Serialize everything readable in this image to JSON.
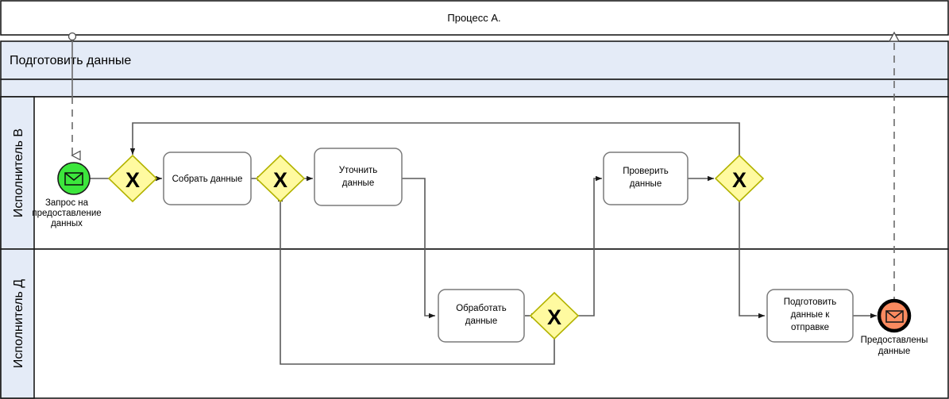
{
  "pool": {
    "title": "Процесс А.",
    "phase_label": "Подготовить данные",
    "lanes": [
      {
        "label": "Исполнитель В"
      },
      {
        "label": "Исполнитель Д"
      }
    ]
  },
  "colors": {
    "lane_header_fill": "#e4ebf7",
    "border": "#1a1a1a",
    "shape_stroke": "#6e6e6e",
    "gateway_fill": "#fffaa0",
    "gateway_stroke": "#b8b800",
    "start_event_fill": "#3ce63c",
    "end_event_fill": "#fa8a5f",
    "end_event_stroke": "#000000",
    "flow_line": "#595959",
    "dashed_line": "#6b6b6b",
    "canvas": "#ffffff"
  },
  "events": {
    "start": {
      "name": "start-message-event",
      "label_lines": [
        "Запрос на",
        "предоставление",
        "данных"
      ],
      "icon": "envelope-icon"
    },
    "end": {
      "name": "end-message-event",
      "label_lines": [
        "Предоставлены",
        "данные"
      ],
      "icon": "envelope-icon"
    }
  },
  "tasks": [
    {
      "id": "task-sobrat",
      "label_lines": [
        "Собрать данные"
      ]
    },
    {
      "id": "task-utochnit",
      "label_lines": [
        "Уточнить",
        "данные"
      ]
    },
    {
      "id": "task-proverit",
      "label_lines": [
        "Проверить",
        "данные"
      ]
    },
    {
      "id": "task-obrabotat",
      "label_lines": [
        "Обработать",
        "данные"
      ]
    },
    {
      "id": "task-podgotovit",
      "label_lines": [
        "Подготовить",
        "данные к",
        "отправке"
      ]
    }
  ],
  "gateways": [
    {
      "id": "gateway-1",
      "marker": "X",
      "type": "exclusive"
    },
    {
      "id": "gateway-2",
      "marker": "X",
      "type": "exclusive"
    },
    {
      "id": "gateway-3",
      "marker": "X",
      "type": "exclusive"
    },
    {
      "id": "gateway-4",
      "marker": "X",
      "type": "exclusive"
    }
  ]
}
